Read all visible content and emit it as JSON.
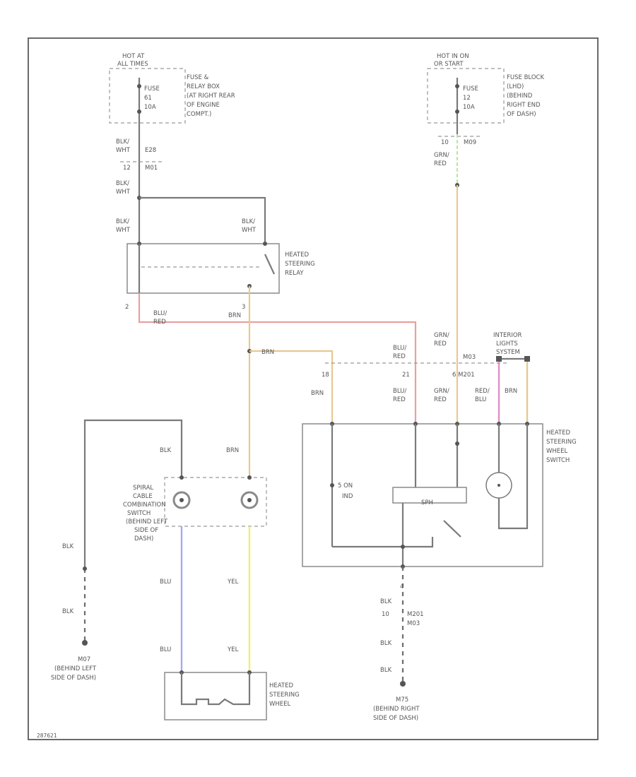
{
  "power": {
    "left_hot": "HOT AT",
    "left_hot2": "ALL TIMES",
    "left_fuse": [
      "FUSE",
      "61",
      "10A"
    ],
    "left_box": [
      "FUSE &",
      "RELAY BOX",
      "(AT RIGHT REAR",
      "OF ENGINE",
      "COMPT.)"
    ],
    "right_hot": "HOT IN ON",
    "right_hot2": "OR START",
    "right_fuse": [
      "FUSE",
      "12",
      "10A"
    ],
    "right_box": [
      "FUSE BLOCK",
      "(LHD)",
      "(BEHIND",
      "RIGHT END",
      "OF DASH)"
    ]
  },
  "wires": {
    "blkwht_top": [
      "BLK/",
      "WHT"
    ],
    "e28": "E28",
    "pin12": "12",
    "m01": "M01",
    "blkwht_mid": [
      "BLK/",
      "WHT"
    ],
    "blkwht_l": [
      "BLK/",
      "WHT"
    ],
    "blkwht_r": [
      "BLK/",
      "WHT"
    ],
    "r_pin": "10",
    "r_conn": "M09",
    "grn_red_top": [
      "GRN/",
      "RED"
    ],
    "relay_pin2": "2",
    "relay_pin3": "3",
    "blu_red": [
      "BLU/",
      "RED"
    ],
    "brn_top": "BRN",
    "brn_horiz": "BRN",
    "blu_red2": [
      "BLU/",
      "RED"
    ],
    "grn_red_mid": [
      "GRN/",
      "RED"
    ],
    "m03": "M03",
    "pin18": "18",
    "pin21": "21",
    "m_conn": "6 M201",
    "brn_sw": "BRN",
    "blu_red3": [
      "BLU/",
      "RED"
    ],
    "grn_red3": [
      "GRN/",
      "RED"
    ],
    "red_blu": [
      "RED/",
      "BLU"
    ],
    "brn_sw2": "BRN",
    "interior": [
      "INTERIOR",
      "LIGHTS",
      "SYSTEM"
    ],
    "blk_spiral": "BLK",
    "brn_spiral": "BRN",
    "blk_g1": "BLK",
    "blk_g2": "BLK",
    "blu": "BLU",
    "yel": "YEL",
    "blu2": "BLU",
    "yel2": "YEL",
    "pin4": "4",
    "blk_r1": "BLK",
    "pin10b": "10",
    "m201": "M201",
    "m03b": "M03",
    "blk_r2": "BLK",
    "blk_r3": "BLK"
  },
  "components": {
    "relay": [
      "HEATED",
      "STEERING",
      "RELAY"
    ],
    "switch": [
      "HEATED",
      "STEERING",
      "WHEEL",
      "SWITCH"
    ],
    "spiral": [
      "SPIRAL",
      "CABLE",
      "COMBINATION",
      "SWITCH",
      "(BEHIND LEFT",
      "SIDE OF",
      "DASH)"
    ],
    "wheel": [
      "HEATED",
      "STEERING",
      "WHEEL"
    ],
    "sw_on": "5 ON",
    "sw_ind": "IND",
    "sw_label": "SPH"
  },
  "grounds": {
    "left": [
      "M07",
      "(BEHIND LEFT",
      "SIDE OF DASH)"
    ],
    "right": [
      "M75",
      "(BEHIND RIGHT",
      "SIDE OF DASH)"
    ]
  },
  "footer": "287621",
  "colors": {
    "wire_black": "#7a7a7a",
    "wire_red": "#e8a0a0",
    "wire_orange": "#e8c890",
    "wire_green": "#b8e8a8",
    "wire_blue": "#a8a8f0",
    "wire_yellow": "#eeee70",
    "wire_pink": "#e090c8"
  }
}
